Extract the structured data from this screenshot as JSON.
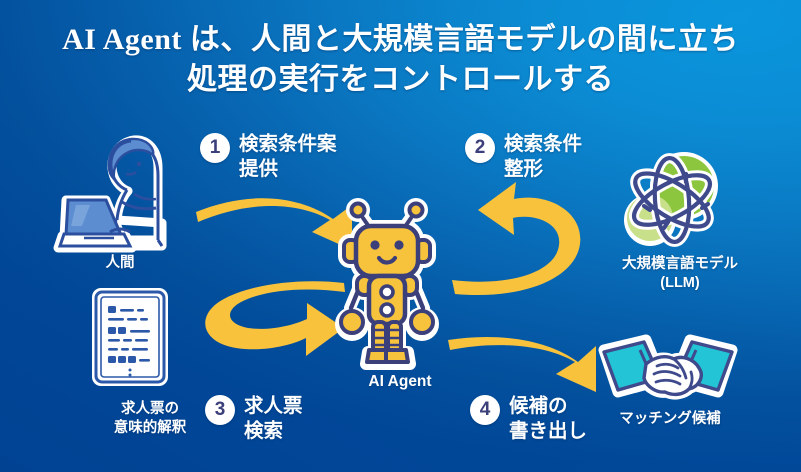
{
  "theme": {
    "bg_top_right": "#0a95dc",
    "bg_bottom_left": "#01499a",
    "arrow_color": "#f9c council",
    "arrow_yellow": "#f9c23c",
    "robot_body": "#f8c33c",
    "outline_navy": "#3b3f7a",
    "llm_green": "#8cc63f",
    "handshake_cyan": "#22c4d6",
    "text_white": "#ffffff",
    "badge_number_color": "#3b3f7a"
  },
  "title": {
    "line1": "AI Agent は、人間と大規模言語モデルの間に立ち",
    "line2": "処理の実行をコントロールする"
  },
  "steps": [
    {
      "number": "1",
      "line1": "検索条件案",
      "line2": "提供"
    },
    {
      "number": "2",
      "line1": "検索条件",
      "line2": "整形"
    },
    {
      "number": "3",
      "line1": "求人票",
      "line2": "検索"
    },
    {
      "number": "4",
      "line1": "候補の",
      "line2": "書き出し"
    }
  ],
  "entities": {
    "human": {
      "icon": "person-at-laptop-icon",
      "caption": "人間"
    },
    "document": {
      "icon": "job-posting-document-icon",
      "caption_line1": "求人票の",
      "caption_line2": "意味的解釈"
    },
    "agent": {
      "icon": "robot-icon",
      "caption": "AI Agent"
    },
    "llm": {
      "icon": "atom-molecule-icon",
      "caption_line1": "大規模言語モデル",
      "caption_line2": "(LLM)"
    },
    "matching": {
      "icon": "handshake-icon",
      "caption": "マッチング候補"
    }
  },
  "arrows": [
    {
      "name": "arrow-human-to-agent",
      "from": "human",
      "to": "agent",
      "step": "1"
    },
    {
      "name": "arrow-agent-to-llm",
      "from": "agent",
      "to": "llm",
      "step": "2"
    },
    {
      "name": "arrow-document-to-agent",
      "from": "document",
      "to": "agent",
      "step": "3"
    },
    {
      "name": "arrow-agent-to-matching",
      "from": "agent",
      "to": "matching",
      "step": "4"
    }
  ]
}
